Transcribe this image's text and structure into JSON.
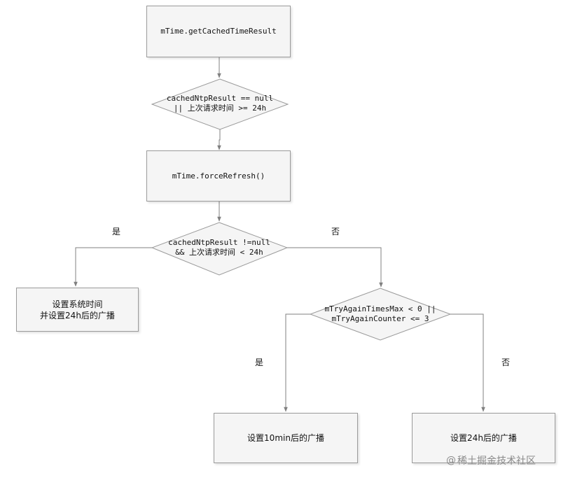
{
  "nodes": {
    "get_cached": "mTime.getCachedTimeResult",
    "check_cache": "cachedNtpResult == null\n|| 上次请求时间 >= 24h",
    "force_refresh": "mTime.forceRefresh()",
    "check_result": "cachedNtpResult !=null\n&& 上次请求时间 < 24h",
    "set_system_time": "设置系统时间\n并设置24h后的广播",
    "check_retry": "mTryAgainTimesMax < 0 ||\nmTryAgainCounter <= 3",
    "set_10min": "设置10min后的广播",
    "set_24h": "设置24h后的广播"
  },
  "edge_labels": {
    "result_yes": "是",
    "result_no": "否",
    "retry_yes": "是",
    "retry_no": "否"
  },
  "watermark": {
    "icon": "at-sign-icon",
    "text": "稀土掘金技术社区"
  },
  "colors": {
    "box_fill": "#f5f5f5",
    "box_border": "#9a9a9a",
    "line": "#808080"
  }
}
